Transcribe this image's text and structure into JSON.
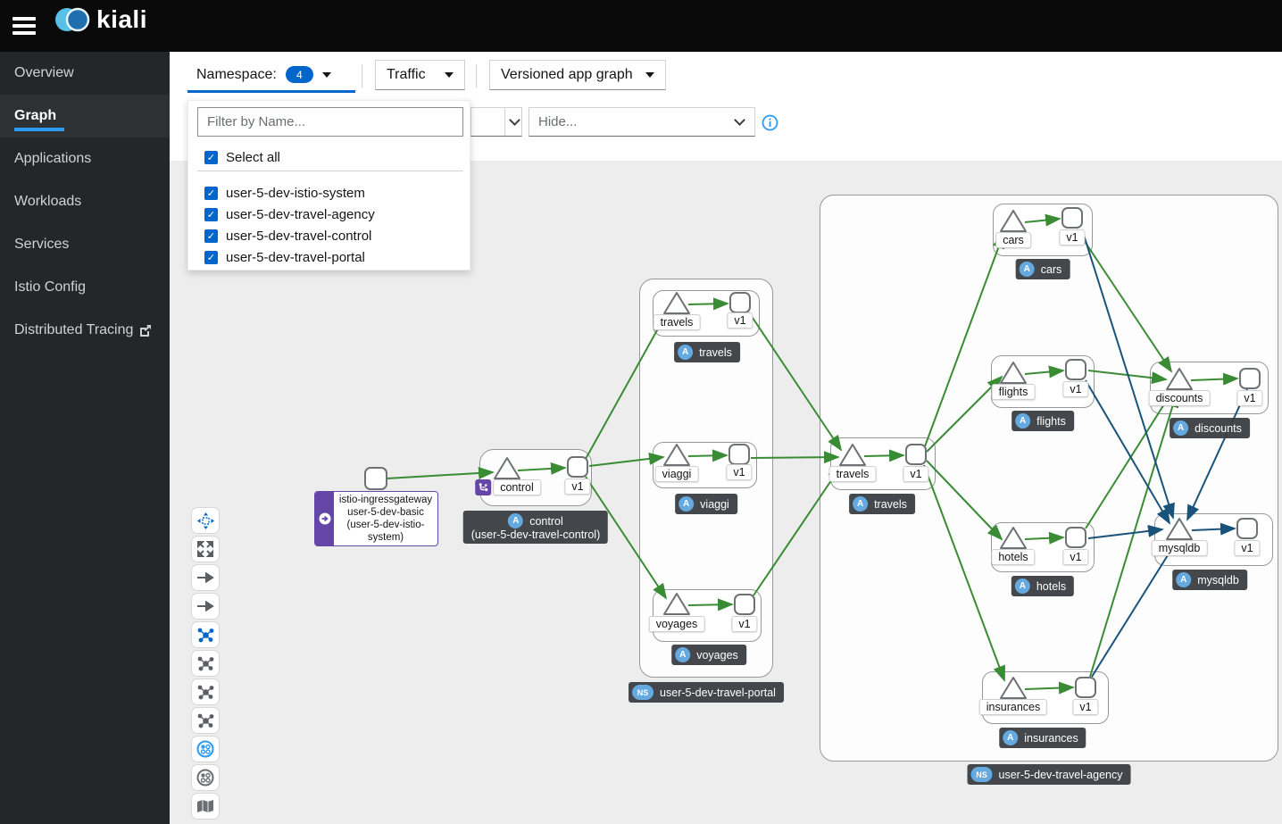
{
  "header": {
    "brand": "kiali"
  },
  "sidebar": {
    "items": [
      {
        "label": "Overview",
        "active": false
      },
      {
        "label": "Graph",
        "active": true
      },
      {
        "label": "Applications",
        "active": false
      },
      {
        "label": "Workloads",
        "active": false
      },
      {
        "label": "Services",
        "active": false
      },
      {
        "label": "Istio Config",
        "active": false
      },
      {
        "label": "Distributed Tracing",
        "active": false,
        "external": true
      }
    ]
  },
  "toolbar": {
    "namespace_label": "Namespace:",
    "namespace_count": "4",
    "traffic_label": "Traffic",
    "graph_type_label": "Versioned app graph",
    "hide_placeholder": "Hide..."
  },
  "namespace_dropdown": {
    "filter_placeholder": "Filter by Name...",
    "select_all_label": "Select all",
    "all_checked": true,
    "checkmark": "✓",
    "items": [
      {
        "label": "user-5-dev-istio-system",
        "checked": true
      },
      {
        "label": "user-5-dev-travel-agency",
        "checked": true
      },
      {
        "label": "user-5-dev-travel-control",
        "checked": true
      },
      {
        "label": "user-5-dev-travel-portal",
        "checked": true
      }
    ]
  },
  "badges": {
    "app": "A",
    "namespace": "NS"
  },
  "colors": {
    "accent_blue": "#0066cc",
    "active_underline_blue": "#2b9af3",
    "http_edge_green": "#398c34",
    "tcp_edge_navy": "#19537a",
    "istio_purple": "#6545a8",
    "badge_blue": "#64a9e0",
    "graph_bg": "#ededed"
  },
  "graph": {
    "ingress": {
      "label_lines": [
        "istio-ingressgateway",
        "user-5-dev-basic",
        "(user-5-dev-istio-system)"
      ]
    },
    "control": {
      "service": "control",
      "version": "v1",
      "app_label": "control",
      "app_sublabel": "(user-5-dev-travel-control)"
    },
    "portal": {
      "namespace": "user-5-dev-travel-portal",
      "apps": [
        {
          "service": "travels",
          "version": "v1",
          "app_label": "travels"
        },
        {
          "service": "viaggi",
          "version": "v1",
          "app_label": "viaggi"
        },
        {
          "service": "voyages",
          "version": "v1",
          "app_label": "voyages"
        }
      ]
    },
    "agency": {
      "namespace": "user-5-dev-travel-agency",
      "apps": [
        {
          "service": "cars",
          "version": "v1",
          "app_label": "cars"
        },
        {
          "service": "flights",
          "version": "v1",
          "app_label": "flights"
        },
        {
          "service": "discounts",
          "version": "v1",
          "app_label": "discounts"
        },
        {
          "service": "travels",
          "version": "v1",
          "app_label": "travels"
        },
        {
          "service": "hotels",
          "version": "v1",
          "app_label": "hotels"
        },
        {
          "service": "mysqldb",
          "version": "v1",
          "app_label": "mysqldb"
        },
        {
          "service": "insurances",
          "version": "v1",
          "app_label": "insurances"
        }
      ]
    }
  },
  "side_toolbar": {
    "buttons": [
      {
        "name": "pan-tool",
        "active": true
      },
      {
        "name": "zoom-to-fit",
        "active": false
      },
      {
        "name": "edge-display-1",
        "active": false
      },
      {
        "name": "edge-display-2",
        "active": false
      },
      {
        "name": "layout-1",
        "active": true
      },
      {
        "name": "layout-2",
        "active": false
      },
      {
        "name": "layout-3",
        "active": false
      },
      {
        "name": "layout-4",
        "active": false
      },
      {
        "name": "namespace-layout-1",
        "active": true
      },
      {
        "name": "namespace-layout-2",
        "active": false
      },
      {
        "name": "legend",
        "active": false
      }
    ]
  }
}
